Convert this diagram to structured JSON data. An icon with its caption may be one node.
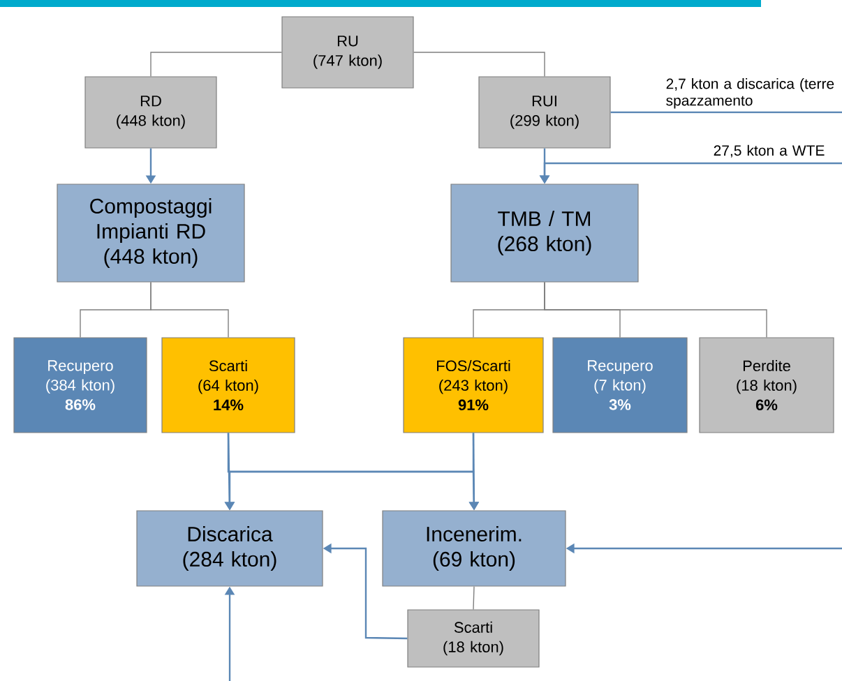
{
  "diagram": {
    "nodes": [
      {
        "text": [
          "RU",
          "(747 kton)"
        ]
      },
      {
        "text": [
          "RD",
          "(448 kton)"
        ]
      },
      {
        "text": [
          "RUI",
          "(299 kton)"
        ]
      },
      {
        "text": [
          "Compostaggi Impianti RD",
          "(448 kton)"
        ]
      },
      {
        "text": [
          "TMB / TM",
          "(268 kton)"
        ]
      },
      {
        "text": [
          "Recupero",
          "(384 kton)",
          "86%"
        ]
      },
      {
        "text": [
          "Scarti",
          "(64 kton)",
          "14%"
        ]
      },
      {
        "text": [
          "FOS/Scarti",
          "(243 kton)",
          "91%"
        ]
      },
      {
        "text": [
          "Recupero",
          "(7 kton)",
          "3%"
        ]
      },
      {
        "text": [
          "Perdite",
          "(18 kton)",
          "6%"
        ]
      },
      {
        "text": [
          "Discarica",
          "(284 kton)"
        ]
      },
      {
        "text": [
          "Incenerim.",
          "(69 kton)"
        ]
      },
      {
        "text": [
          "Scarti",
          "(18 kton)"
        ]
      }
    ],
    "edges": [
      {
        "from": 0,
        "to": 1,
        "arrow": "none",
        "color": "#7f7f7f"
      },
      {
        "from": 0,
        "to": 2,
        "arrow": "none",
        "color": "#7f7f7f"
      },
      {
        "from": 1,
        "to": 3,
        "arrow": "to"
      },
      {
        "from": 2,
        "to": 4,
        "arrow": "to"
      },
      {
        "from": 2,
        "to": null,
        "arrow": "none",
        "label": "2,7 kton a discarica (terre spazzamento"
      },
      {
        "from": null,
        "to": 4,
        "arrow": "to",
        "label": "27,5 kton a WTE"
      },
      {
        "from": 3,
        "to": 5,
        "arrow": "none",
        "color": "#7f7f7f"
      },
      {
        "from": 3,
        "to": 6,
        "arrow": "none",
        "color": "#7f7f7f"
      },
      {
        "from": 4,
        "to": 7,
        "arrow": "none",
        "color": "#7f7f7f"
      },
      {
        "from": 4,
        "to": 8,
        "arrow": "none",
        "color": "#7f7f7f"
      },
      {
        "from": 4,
        "to": 9,
        "arrow": "none",
        "color": "#7f7f7f"
      },
      {
        "from": 6,
        "to": 10,
        "arrow": "to"
      },
      {
        "from": 6,
        "to": 11,
        "arrow": "to"
      },
      {
        "from": 7,
        "to": 10,
        "arrow": "to"
      },
      {
        "from": 7,
        "to": 11,
        "arrow": "to"
      },
      {
        "from": null,
        "to": 11,
        "arrow": "to"
      },
      {
        "from": 11,
        "to": 12,
        "arrow": "none",
        "color": "#7f7f7f"
      },
      {
        "from": 12,
        "to": 10,
        "arrow": "to"
      },
      {
        "from": null,
        "to": 10,
        "arrow": "to"
      }
    ]
  }
}
